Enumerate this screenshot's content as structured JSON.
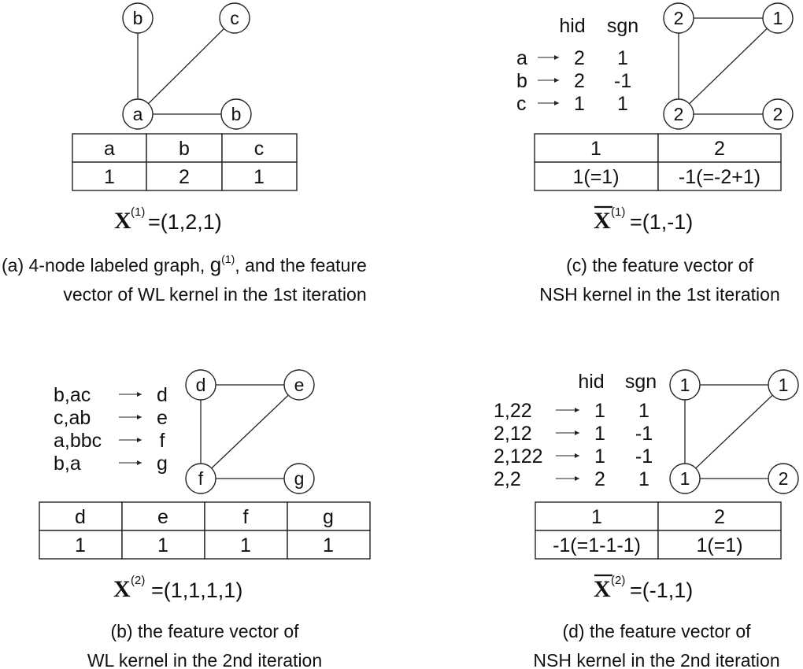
{
  "panel_a": {
    "graph_nodes": [
      "b",
      "c",
      "a",
      "b"
    ],
    "table_header": [
      "a",
      "b",
      "c"
    ],
    "table_values": [
      "1",
      "2",
      "1"
    ],
    "vector_symbol": "X",
    "vector_sup": "(1)",
    "vector_value": "=(1,2,1)",
    "caption_line1_pre": "(a) 4-node labeled graph, ",
    "caption_g": "g",
    "caption_g_sup": "(1)",
    "caption_line1_post": ", and the feature",
    "caption_line2": "vector of WL kernel in the 1st iteration"
  },
  "panel_b": {
    "mapping": [
      {
        "from": "b,ac",
        "to": "d"
      },
      {
        "from": "c,ab",
        "to": "e"
      },
      {
        "from": "a,bbc",
        "to": "f"
      },
      {
        "from": "b,a",
        "to": "g"
      }
    ],
    "graph_nodes": [
      "d",
      "e",
      "f",
      "g"
    ],
    "table_header": [
      "d",
      "e",
      "f",
      "g"
    ],
    "table_values": [
      "1",
      "1",
      "1",
      "1"
    ],
    "vector_symbol": "X",
    "vector_sup": "(2)",
    "vector_value": "=(1,1,1,1)",
    "caption_line1": "(b) the feature vector of",
    "caption_line2": "WL kernel in the 2nd iteration"
  },
  "panel_c": {
    "col_hid": "hid",
    "col_sgn": "sgn",
    "mapping": [
      {
        "from": "a",
        "hid": "2",
        "sgn": "1"
      },
      {
        "from": "b",
        "hid": "2",
        "sgn": "-1"
      },
      {
        "from": "c",
        "hid": "1",
        "sgn": "1"
      }
    ],
    "graph_nodes": [
      "2",
      "1",
      "2",
      "2"
    ],
    "table_header": [
      "1",
      "2"
    ],
    "table_values": [
      "1(=1)",
      "-1(=-2+1)"
    ],
    "vector_symbol": "X",
    "vector_sup": "(1)",
    "vector_value": "=(1,-1)",
    "caption_line1": "(c) the feature vector of",
    "caption_line2": "NSH kernel in the 1st iteration"
  },
  "panel_d": {
    "col_hid": "hid",
    "col_sgn": "sgn",
    "mapping": [
      {
        "from": "1,22",
        "hid": "1",
        "sgn": "1"
      },
      {
        "from": "2,12",
        "hid": "1",
        "sgn": "-1"
      },
      {
        "from": "2,122",
        "hid": "1",
        "sgn": "-1"
      },
      {
        "from": "2,2",
        "hid": "2",
        "sgn": "1"
      }
    ],
    "graph_nodes": [
      "1",
      "1",
      "1",
      "2"
    ],
    "table_header": [
      "1",
      "2"
    ],
    "table_values": [
      "-1(=1-1-1)",
      "1(=1)"
    ],
    "vector_symbol": "X",
    "vector_sup": "(2)",
    "vector_value": "=(-1,1)",
    "caption_line1": "(d) the feature vector of",
    "caption_line2": "NSH kernel in the 2nd iteration"
  }
}
